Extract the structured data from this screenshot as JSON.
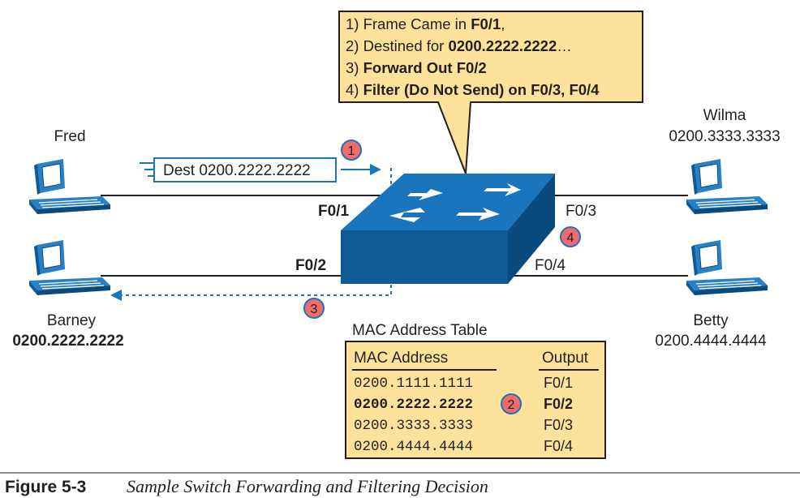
{
  "callout": {
    "line1_prefix": "1) Frame Came in ",
    "line1_bold": "F0/1",
    "line1_suffix": ",",
    "line2_prefix": "2) Destined for ",
    "line2_bold": "0200.2222.2222",
    "line2_suffix": "…",
    "line3_prefix": "3) ",
    "line3_bold": "Forward Out F0/2",
    "line4_prefix": "4) ",
    "line4_bold": "Filter (Do Not Send) on F0/3, F0/4"
  },
  "hosts": {
    "fred": {
      "name": "Fred"
    },
    "barney": {
      "name": "Barney",
      "mac": "0200.2222.2222"
    },
    "wilma": {
      "name": "Wilma",
      "mac": "0200.3333.3333"
    },
    "betty": {
      "name": "Betty",
      "mac": "0200.4444.4444"
    }
  },
  "ports": {
    "f01": "F0/1",
    "f02": "F0/2",
    "f03": "F0/3",
    "f04": "F0/4"
  },
  "frame_label": "Dest 0200.2222.2222",
  "steps": {
    "s1": "1",
    "s2": "2",
    "s3": "3",
    "s4": "4"
  },
  "mac_table": {
    "title": "MAC Address Table",
    "col_mac": "MAC Address",
    "col_output": "Output",
    "rows": [
      {
        "mac": "0200.1111.1111",
        "port": "F0/1"
      },
      {
        "mac": "0200.2222.2222",
        "port": "F0/2"
      },
      {
        "mac": "0200.3333.3333",
        "port": "F0/3"
      },
      {
        "mac": "0200.4444.4444",
        "port": "F0/4"
      }
    ]
  },
  "caption": {
    "label": "Figure 5-3",
    "text": "Sample Switch Forwarding and Filtering Decision"
  },
  "colors": {
    "callout_fill": "#fce29b",
    "switch_top": "#1b75bc",
    "switch_front": "#0d5a96",
    "switch_side": "#0a4a7d",
    "badge_fill": "#f06c6c",
    "badge_stroke": "#1b75bc",
    "dotted_line": "#1b75bc"
  }
}
